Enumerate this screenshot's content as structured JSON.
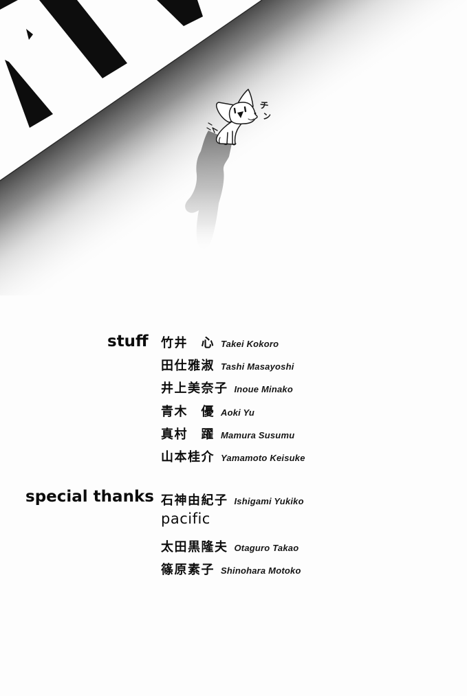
{
  "page": {
    "type": "manga-credits-page",
    "background": "#fdfdfd"
  },
  "colors": {
    "ink": "#0d0d0d",
    "band_dark": "#454545",
    "shadow_gray": "#7a7a7a"
  },
  "artwork": {
    "sfx": {
      "char1": "チ",
      "char2": "ン"
    }
  },
  "credits": {
    "staff": {
      "label": "stuff",
      "entries": [
        {
          "kanji": "竹井　心",
          "romaji": "Takei Kokoro"
        },
        {
          "kanji": "田仕雅淑",
          "romaji": "Tashi Masayoshi"
        },
        {
          "kanji": "井上美奈子",
          "romaji": "Inoue Minako"
        },
        {
          "kanji": "青木　優",
          "romaji": "Aoki Yu"
        },
        {
          "kanji": "真村　躍",
          "romaji": "Mamura Susumu"
        },
        {
          "kanji": "山本桂介",
          "romaji": "Yamamoto Keisuke"
        }
      ]
    },
    "special_thanks": {
      "label": "special thanks",
      "entries": [
        {
          "kanji": "石神由紀子",
          "romaji": "Ishigami Yukiko"
        },
        {
          "kanji": "pacific",
          "romaji": ""
        },
        {
          "kanji": "太田黒隆夫",
          "romaji": "Otaguro Takao"
        },
        {
          "kanji": "篠原素子",
          "romaji": "Shinohara Motoko"
        }
      ]
    }
  }
}
